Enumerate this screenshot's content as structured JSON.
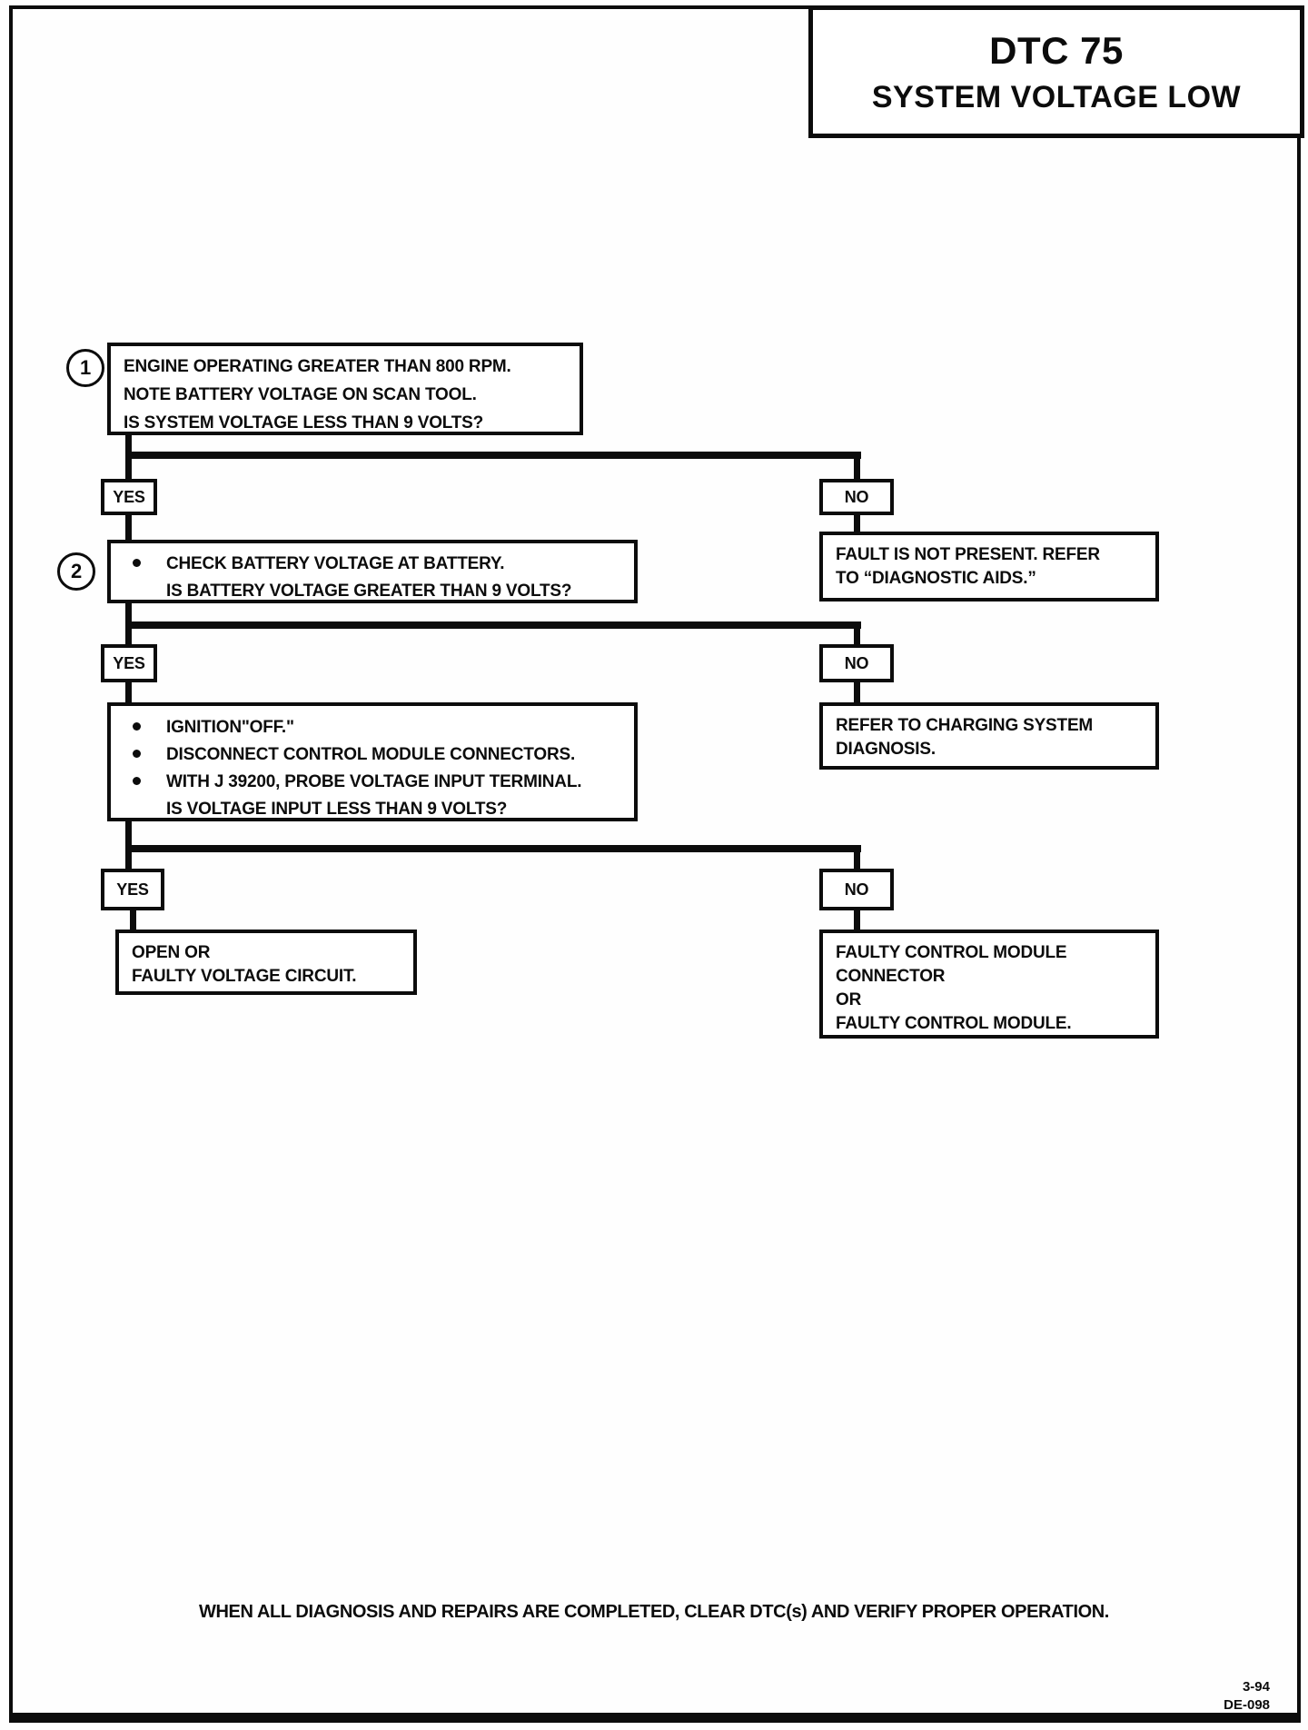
{
  "header": {
    "dtc_code": "DTC 75",
    "dtc_title": "SYSTEM VOLTAGE LOW"
  },
  "labels": {
    "yes": "YES",
    "no": "NO"
  },
  "steps": {
    "step1": {
      "number": "1",
      "line1": "ENGINE OPERATING GREATER THAN 800 RPM.",
      "line2": "NOTE BATTERY VOLTAGE ON SCAN TOOL.",
      "question": "IS SYSTEM VOLTAGE LESS THAN 9 VOLTS?"
    },
    "step2": {
      "number": "2",
      "bullet1": "CHECK BATTERY VOLTAGE AT BATTERY.",
      "question": "IS BATTERY VOLTAGE GREATER THAN 9 VOLTS?"
    },
    "step3": {
      "bullet1": "IGNITION\"OFF.\"",
      "bullet2": "DISCONNECT CONTROL MODULE CONNECTORS.",
      "bullet3": "WITH J 39200, PROBE VOLTAGE INPUT TERMINAL.",
      "question": "IS VOLTAGE INPUT LESS THAN 9 VOLTS?"
    }
  },
  "outcomes": {
    "fault_not_present": {
      "line1": "FAULT IS NOT PRESENT. REFER",
      "line2": "TO “DIAGNOSTIC AIDS.”"
    },
    "refer_charging": {
      "line1": "REFER TO CHARGING SYSTEM",
      "line2": "DIAGNOSIS."
    },
    "open_circuit": {
      "line1": "OPEN OR",
      "line2": "FAULTY VOLTAGE CIRCUIT."
    },
    "faulty_module": {
      "line1": "FAULTY CONTROL MODULE",
      "line2": "CONNECTOR",
      "line3": "OR",
      "line4": "FAULTY CONTROL MODULE."
    }
  },
  "footer": {
    "note": "WHEN ALL DIAGNOSIS AND REPAIRS ARE COMPLETED, CLEAR DTC(s) AND VERIFY PROPER OPERATION.",
    "page_ref": "3-94",
    "doc_ref": "DE-098"
  }
}
